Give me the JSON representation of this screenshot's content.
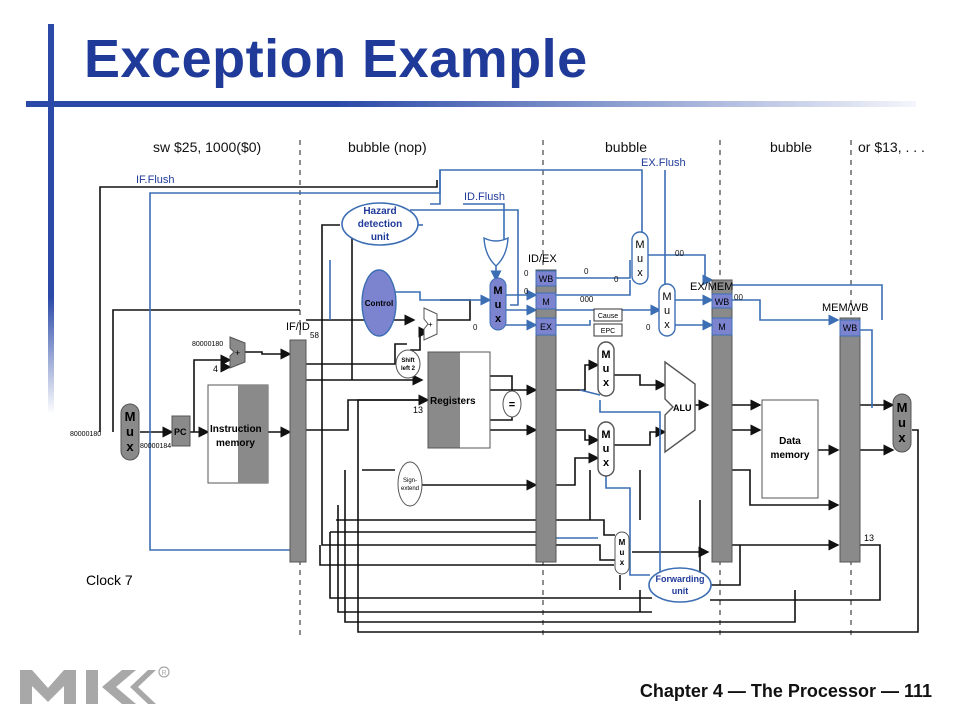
{
  "slide": {
    "title": "Exception Example",
    "footer": "Chapter 4 — The Processor — 111"
  },
  "colors": {
    "title": "#1f3a99",
    "signal": "#3c6eb4",
    "unit_fill": "#7c84d0",
    "register_gray": "#8a8a8a"
  },
  "pipeline": {
    "stage_instructions": [
      "sw $25, 1000($0)",
      "bubble (nop)",
      "bubble",
      "bubble",
      "or $13, . . ."
    ],
    "clock": "Clock 7",
    "control_signals": {
      "if_flush": "IF.Flush",
      "id_flush": "ID.Flush",
      "ex_flush": "EX.Flush"
    },
    "pipeline_registers": [
      "IF/ID",
      "ID/EX",
      "EX/MEM",
      "MEM/WB"
    ],
    "units": {
      "hazard": [
        "Hazard",
        "detection",
        "unit"
      ],
      "control": "Control",
      "registers": "Registers",
      "imem": [
        "Instruction",
        "memory"
      ],
      "dmem": [
        "Data",
        "memory"
      ],
      "alu": "ALU",
      "pc": "PC",
      "shift": [
        "Shift",
        "left 2"
      ],
      "sign": [
        "Sign-",
        "extend"
      ],
      "forward": [
        "Forwarding",
        "unit"
      ],
      "cause": "Cause",
      "epc": "EPC",
      "equals": "=",
      "plus": "+",
      "mux": [
        "M",
        "u",
        "x"
      ]
    },
    "field_labels": {
      "wb": "WB",
      "m": "M",
      "ex": "EX"
    },
    "values": {
      "pc_addr_1": "80000180",
      "pc_addr_2": "80000180",
      "pc_addr_3": "80000184",
      "four": "4",
      "ifid_val": "58",
      "reg_13": "13",
      "memwb_13": "13",
      "zero": "0",
      "triple_zero": "000",
      "double_zero": "00"
    }
  }
}
